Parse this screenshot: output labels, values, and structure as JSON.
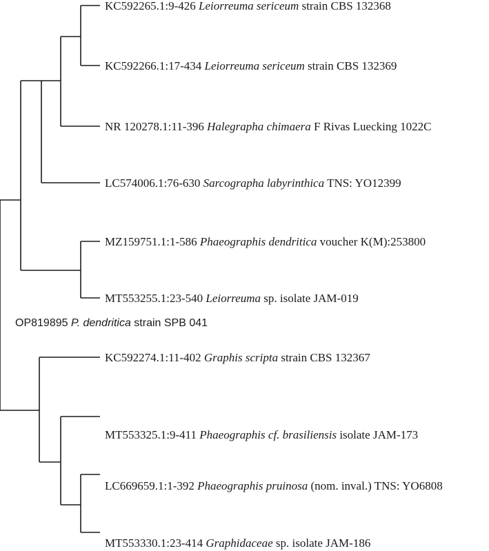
{
  "tree": {
    "leaves": [
      {
        "accession": "KC592265.1:9-426",
        "taxon": "Leiorreuma sericeum",
        "detail": "strain CBS 132368"
      },
      {
        "accession": "KC592266.1:17-434",
        "taxon": "Leiorreuma sericeum",
        "detail": "strain CBS 132369"
      },
      {
        "accession": "NR 120278.1:11-396",
        "taxon": "Halegrapha chimaera",
        "detail": "F Rivas Luecking 1022C"
      },
      {
        "accession": "LC574006.1:76-630",
        "taxon": "Sarcographa labyrinthica",
        "detail": "TNS: YO12399"
      },
      {
        "accession": "MZ159751.1:1-586",
        "taxon": "Phaeographis dendritica",
        "detail": "voucher K(M):253800"
      },
      {
        "accession": "MT553255.1:23-540",
        "taxon": "Leiorreuma",
        "detail": "sp. isolate JAM-019"
      },
      {
        "accession": "KC592274.1:11-402",
        "taxon": "Graphis scripta",
        "detail": "strain CBS 132367"
      },
      {
        "accession": "MT553325.1:9-411",
        "taxon": "Phaeographis cf. brasiliensis",
        "detail": "isolate JAM-173"
      },
      {
        "accession": "LC669659.1:1-392",
        "taxon": "Phaeographis pruinosa",
        "detail": "(nom. inval.) TNS: YO6808"
      },
      {
        "accession": "MT553330.1:23-414",
        "taxon": "Graphidaceae",
        "detail": "sp. isolate JAM-186"
      }
    ],
    "query": {
      "id": "OP819895",
      "taxon": "P. dendritica",
      "detail": "strain SPB 041"
    }
  }
}
